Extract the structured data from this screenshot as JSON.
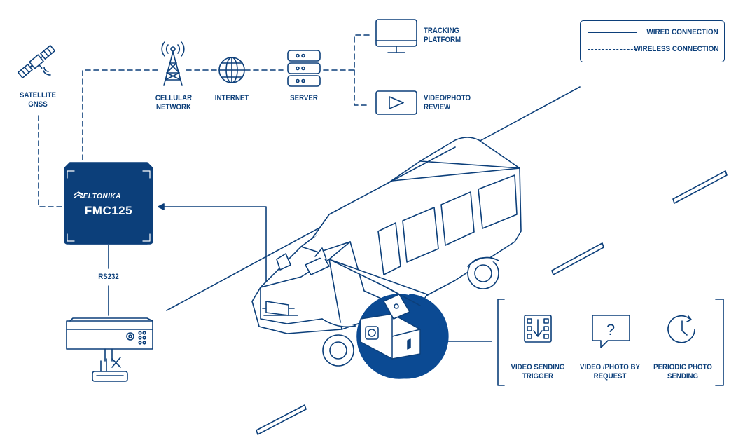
{
  "legend": {
    "wired": "WIRED CONNECTION",
    "wireless": "WIRELESS CONNECTION"
  },
  "nodes": {
    "satellite": "SATELLITE\nGNSS",
    "cellular": "CELLULAR\nNETWORK",
    "internet": "INTERNET",
    "server": "SERVER",
    "tracking": "TRACKING\nPLATFORM",
    "video_review": "VIDEO/PHOTO\nREVIEW"
  },
  "device": {
    "brand": "TELTONIKA",
    "model": "FMC125"
  },
  "link_label": "RS232",
  "features": [
    {
      "label": "VIDEO SENDING\nTRIGGER",
      "icon": "video-trigger-icon"
    },
    {
      "label": "VIDEO /PHOTO BY\nREQUEST",
      "icon": "question-bubble-icon"
    },
    {
      "label": "PERIODIC PHOTO\nSENDING",
      "icon": "clock-icon"
    }
  ],
  "colors": {
    "primary": "#0c3f7a",
    "accent": "#0b4a93",
    "background": "#ffffff"
  }
}
